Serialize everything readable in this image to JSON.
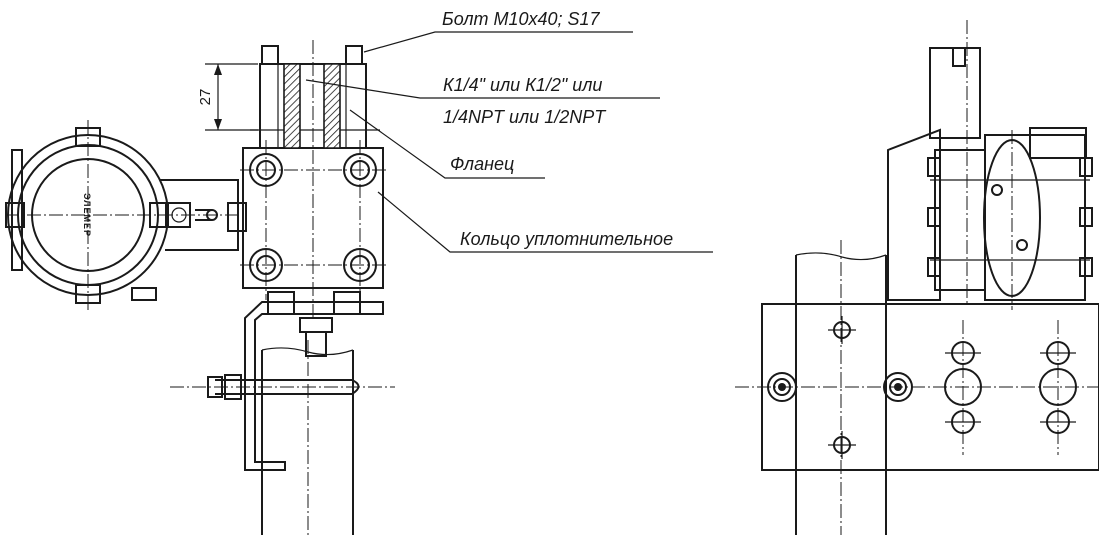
{
  "callouts": {
    "bolt": "Болт М10х40; S17",
    "thread_line1": "К1/4\" или К1/2\" или",
    "thread_line2": "1/4NPT или 1/2NPT",
    "flange": "Фланец",
    "seal_ring": "Кольцо уплотнительное"
  },
  "dimension": {
    "height_value": "27"
  },
  "housing_brand": "ЭЛЕМЕР"
}
